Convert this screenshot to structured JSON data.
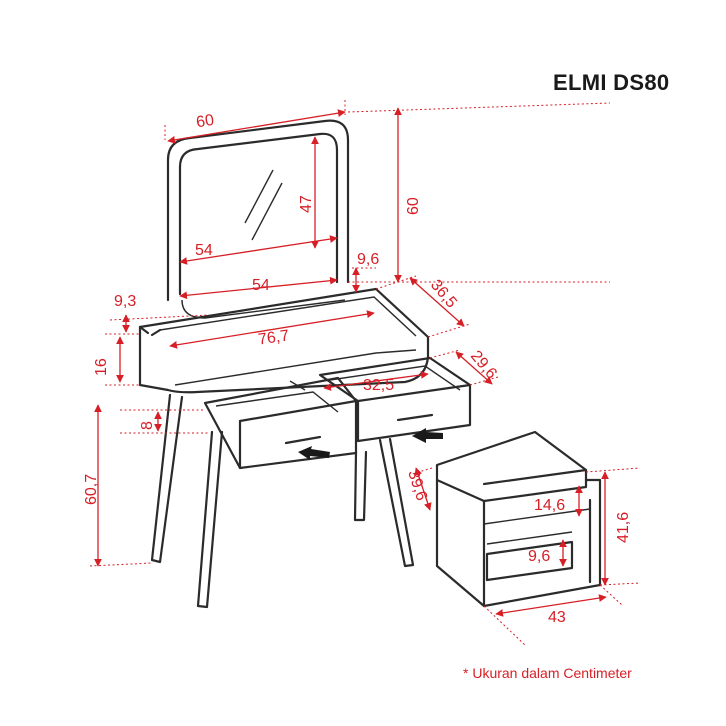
{
  "title": "ELMI DS80",
  "note": "* Ukuran dalam Centimeter",
  "colors": {
    "dimension": "#d61f26",
    "outline": "#2b2b2b",
    "background": "#ffffff"
  },
  "dimensions": {
    "mirror_width": "60",
    "mirror_height_total": "60",
    "mirror_glass_height": "47",
    "mirror_glass_width": "54",
    "mirror_base_width": "54",
    "mirror_base_gap": "9,6",
    "table_depth": "36,5",
    "table_top_offset": "9,3",
    "table_width": "76,7",
    "table_apron_height": "16",
    "drawer_depth": "29,6",
    "drawer_width": "32,5",
    "drawer_height": "8",
    "leg_height": "60,7",
    "stool_depth": "39,6",
    "stool_shelf_gap": "14,6",
    "stool_drawer_height": "9,6",
    "stool_height": "41,6",
    "stool_width": "43"
  }
}
